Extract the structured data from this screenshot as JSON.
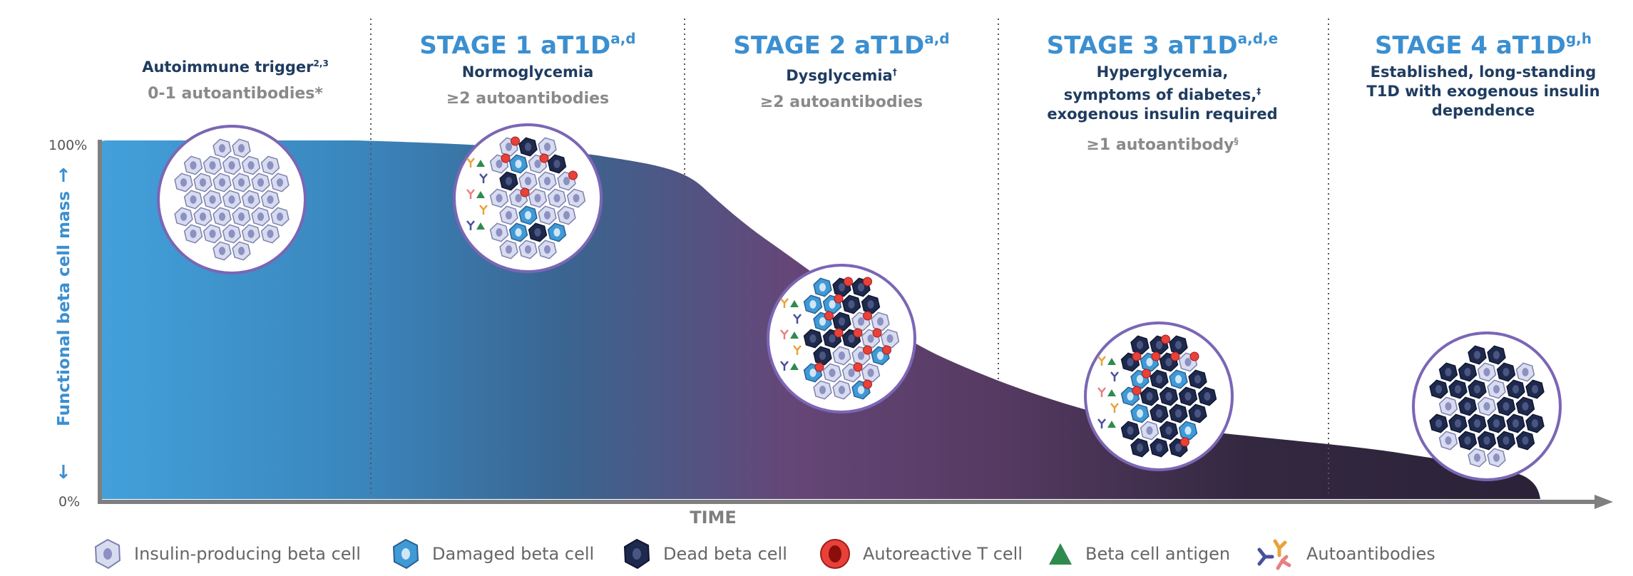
{
  "diagram": {
    "y_axis": {
      "label": "Functional beta cell mass",
      "top_tick": "100%",
      "bottom_tick": "0%",
      "up_arrow": "↑",
      "down_arrow": "↓"
    },
    "x_axis": {
      "label": "TIME"
    },
    "stages": [
      {
        "title": "",
        "title_sup": "",
        "subtitle": "Autoimmune trigger",
        "subtitle_sup": "2,3",
        "antibodies": "0-1 autoantibodies*",
        "antibodies_sup": ""
      },
      {
        "title": "STAGE 1 aT1D",
        "title_sup": "a,d",
        "subtitle": "Normoglycemia",
        "subtitle_sup": "",
        "antibodies": "≥2 autoantibodies",
        "antibodies_sup": ""
      },
      {
        "title": "STAGE 2 aT1D",
        "title_sup": "a,d",
        "subtitle": "Dysglycemia",
        "subtitle_sup": "†",
        "antibodies": "≥2 autoantibodies",
        "antibodies_sup": ""
      },
      {
        "title": "STAGE 3 aT1D",
        "title_sup": "a,d,e",
        "subtitle": "Hyperglycemia, symptoms of diabetes,",
        "subtitle_sup": "‡",
        "subtitle_line3": "exogenous insulin required",
        "antibodies": "≥1 autoantibody",
        "antibodies_sup": "§"
      },
      {
        "title": "STAGE 4 aT1D",
        "title_sup": "g,h",
        "subtitle": "Established, long-standing T1D with exogenous insulin dependence",
        "subtitle_sup": "",
        "antibodies": "",
        "antibodies_sup": ""
      }
    ],
    "legend": [
      {
        "label": "Insulin-producing beta cell",
        "icon": "healthy-beta-cell-icon",
        "color": "#d8dcef"
      },
      {
        "label": "Damaged beta cell",
        "icon": "damaged-beta-cell-icon",
        "color": "#3f9ad6"
      },
      {
        "label": "Dead beta cell",
        "icon": "dead-beta-cell-icon",
        "color": "#1e2a4d"
      },
      {
        "label": "Autoreactive T cell",
        "icon": "t-cell-icon",
        "color": "#e8413a"
      },
      {
        "label": "Beta cell antigen",
        "icon": "antigen-triangle-icon",
        "color": "#2e8b4e"
      },
      {
        "label": "Autoantibodies",
        "icon": "antibody-icon",
        "color": "#e8a33a"
      }
    ],
    "colors": {
      "stage_title": "#3b8fd0",
      "subtitle": "#1f3c60",
      "circle_border": "#7b66b5",
      "area_start": "#3f9ad6",
      "area_mid": "#6a4477",
      "area_end": "#2a2540"
    }
  }
}
